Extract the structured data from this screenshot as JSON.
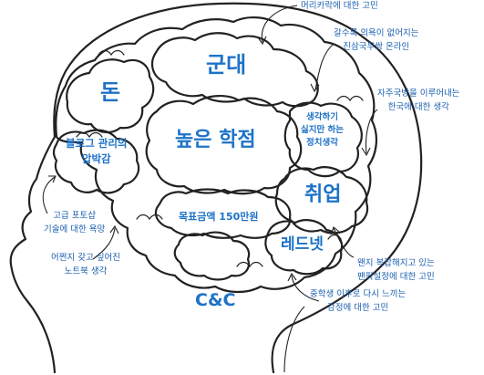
{
  "regions": {
    "money": "돈",
    "military": "군대",
    "study": "높은 학점",
    "blog_1": "블로그 관리의",
    "blog_2": "압박감",
    "politics_1": "생각하기",
    "politics_2": "싫지만 하는",
    "politics_3": "정치생각",
    "job": "취업",
    "target": "목표금액 150만원",
    "rednet": "레드넷",
    "cc": "C&C"
  },
  "annotations": {
    "hair": "머리카락에 대한 고민",
    "online_1": "갈수록 의욕이 없어지는",
    "online_2": "진삼국무쌍 온라인",
    "korea_1": "자주국방을 이루어내는",
    "korea_2": "한국에 대한 생각",
    "camera_1": "고급 포토샵",
    "camera_2": "기술에 대한 욕망",
    "laptop_1": "어쩐지 갖고 싶어진",
    "laptop_2": "노트북 생각",
    "fanfic_1": "왠지 복잡해지고 있는",
    "fanfic_2": "팬픽설정에 대한 고민",
    "feel_1": "중학생 이후로 다시 느끼는",
    "feel_2": "감정에 대한 고민"
  },
  "colors": {
    "text": "#1e73c8",
    "line": "#222222"
  }
}
